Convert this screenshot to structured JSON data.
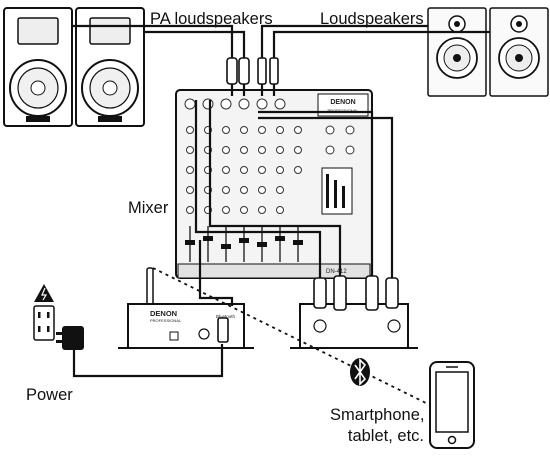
{
  "labels": {
    "pa_loudspeakers": "PA loudspeakers",
    "loudspeakers": "Loudspeakers",
    "mixer": "Mixer",
    "power": "Power",
    "smartphone_line1": "Smartphone,",
    "smartphone_line2": "tablet, etc."
  },
  "devices": {
    "brand": "DENON",
    "sub_brand": "PROFESSIONAL",
    "mixer_model": "DN-412",
    "bluetooth_name": "Bluetooth"
  },
  "icons": [
    "pa-speaker-icon",
    "studio-monitor-icon",
    "mixer-icon",
    "bluetooth-receiver-icon",
    "power-outlet-icon",
    "power-adapter-icon",
    "warning-icon",
    "bluetooth-icon",
    "smartphone-icon",
    "di-box-icon"
  ],
  "colors": {
    "line": "#111111",
    "panel": "#f4f4f4",
    "page": "#ffffff"
  }
}
